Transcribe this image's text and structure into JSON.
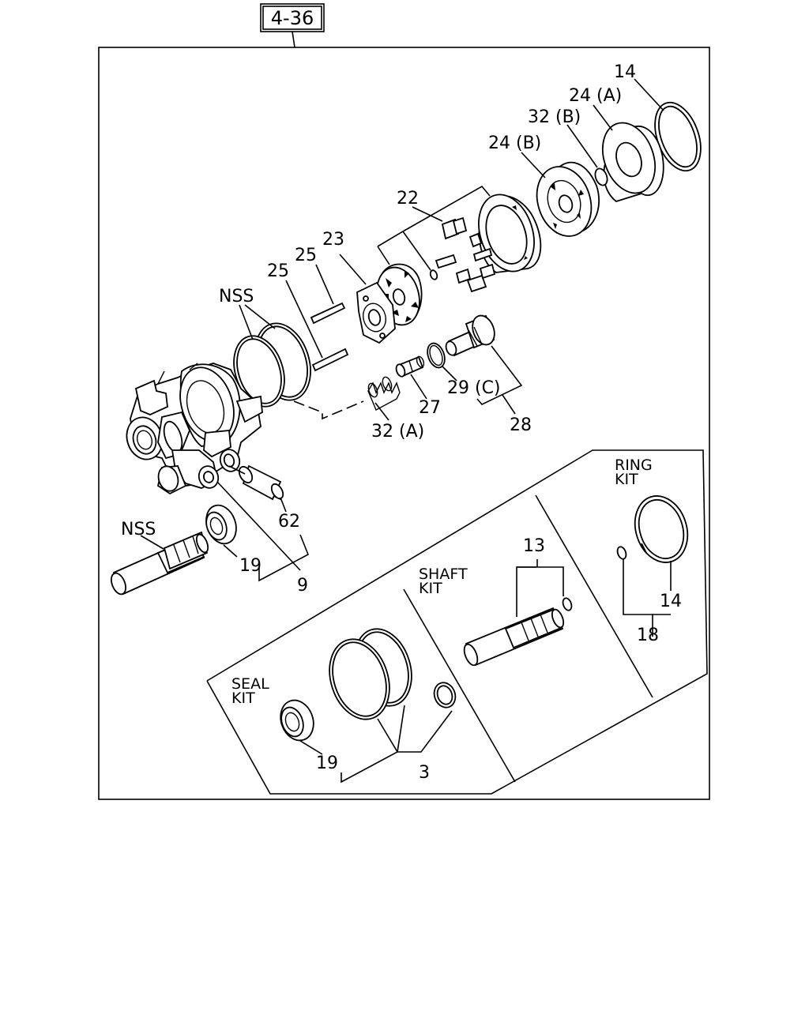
{
  "page_ref": "4-36",
  "callouts": {
    "p14_top": "14",
    "p24a": "24 (A)",
    "p32b": "32 (B)",
    "p24b": "24 (B)",
    "p22": "22",
    "p23": "23",
    "p25a": "25",
    "p25b": "25",
    "nss_top": "NSS",
    "p29c": "29 (C)",
    "p27": "27",
    "p28": "28",
    "p32a": "32 (A)",
    "p62": "62",
    "nss_left": "NSS",
    "p19_left": "19",
    "p9": "9",
    "p13": "13",
    "p14_kit": "14",
    "p18": "18",
    "p19_seal": "19",
    "p3": "3"
  },
  "kits": {
    "ring": [
      "RING",
      "KIT"
    ],
    "shaft": [
      "SHAFT",
      "KIT"
    ],
    "seal": [
      "SEAL",
      "KIT"
    ]
  }
}
